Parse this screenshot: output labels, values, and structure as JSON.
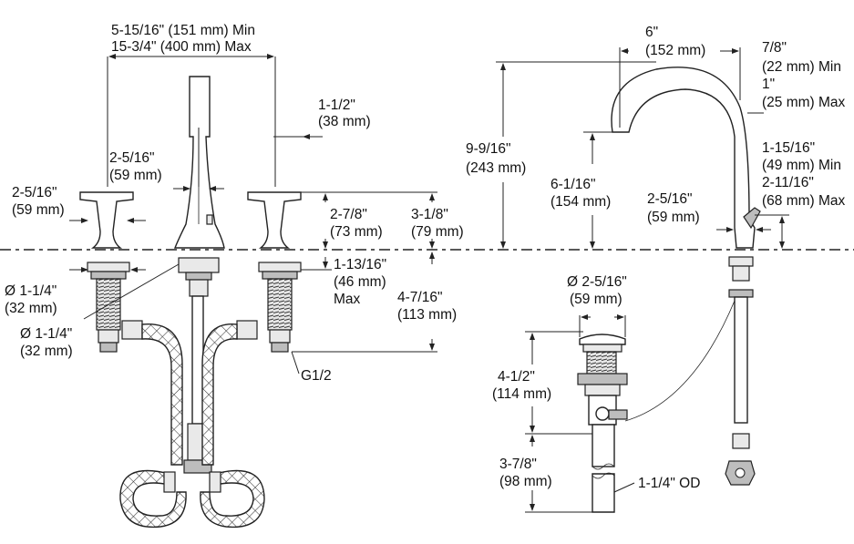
{
  "labels": {
    "min_spread": "5-15/16\" (151 mm) Min",
    "max_spread": "15-3/4\" (400 mm) Max",
    "spout_base": "1-1/2\"",
    "spout_base_mm": "(38 mm)",
    "handle_center": "2-5/16\"",
    "handle_center_mm": "(59 mm)",
    "handle_left": "2-5/16\"",
    "handle_left_mm": "(59 mm)",
    "handle_height": "2-7/8\"",
    "handle_height_mm": "(73 mm)",
    "body_height": "3-1/8\"",
    "body_height_mm": "(79 mm)",
    "deck_max": "1-13/16\"",
    "deck_max_mm": "(46 mm)",
    "deck_max_word": "Max",
    "shank_length": "4-7/16\"",
    "shank_length_mm": "(113 mm)",
    "shank_dia_1": "Ø 1-1/4\"",
    "shank_dia_1_mm": "(32 mm)",
    "shank_dia_2": "Ø 1-1/4\"",
    "shank_dia_2_mm": "(32 mm)",
    "thread": "G1/2",
    "reach": "6\"",
    "reach_mm": "(152 mm)",
    "deck_min": "7/8\"",
    "deck_min_mm": "(22 mm) Min",
    "deck_thick": "1\"",
    "deck_thick_mm": "(25 mm) Max",
    "spout_height": "9-9/16\"",
    "spout_height_mm": "(243 mm)",
    "spout_clearance": "6-1/16\"",
    "spout_clearance_mm": "(154 mm)",
    "spout_base_dia": "2-5/16\"",
    "spout_base_dia_mm": "(59 mm)",
    "lever_min": "1-15/16\"",
    "lever_min_mm": "(49 mm) Min",
    "lever_max": "2-11/16\"",
    "lever_max_mm": "(68 mm) Max",
    "drain_dia": "Ø 2-5/16\"",
    "drain_dia_mm": "(59 mm)",
    "drain_body": "4-1/2\"",
    "drain_body_mm": "(114 mm)",
    "tailpiece": "3-7/8\"",
    "tailpiece_mm": "(98 mm)",
    "tailpiece_od": "1-1/4\" OD"
  }
}
